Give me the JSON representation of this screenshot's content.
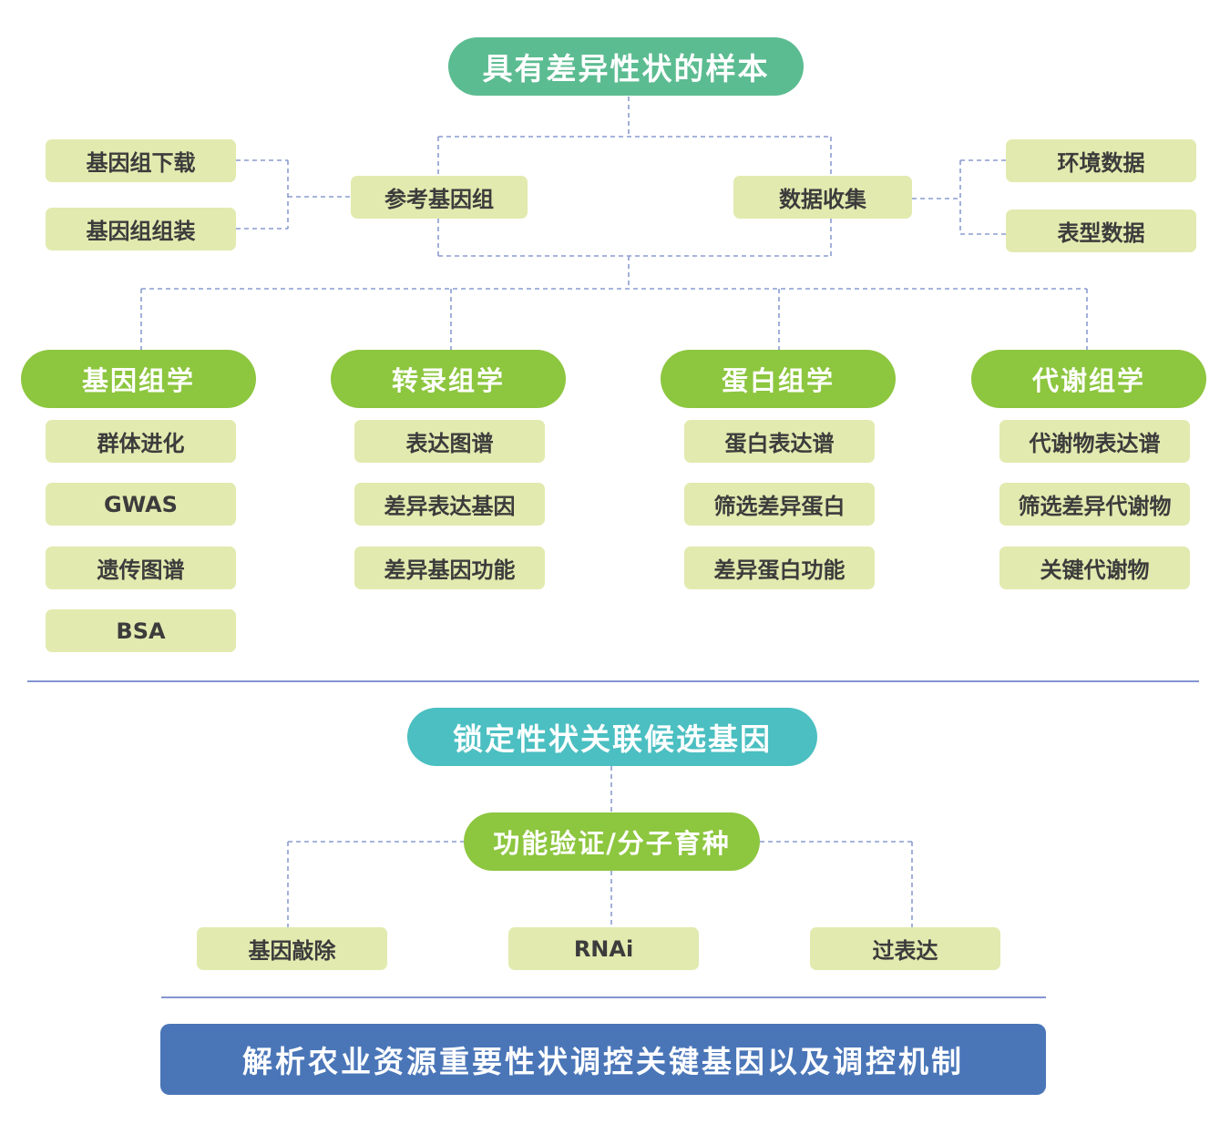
{
  "root": "具有差异性状的样本",
  "reference_genome": {
    "label": "参考基因组",
    "sources": [
      "基因组下载",
      "基因组组装"
    ]
  },
  "data_collection": {
    "label": "数据收集",
    "sources": [
      "环境数据",
      "表型数据"
    ]
  },
  "omics": [
    {
      "title": "基因组学",
      "items": [
        "群体进化",
        "GWAS",
        "遗传图谱",
        "BSA"
      ]
    },
    {
      "title": "转录组学",
      "items": [
        "表达图谱",
        "差异表达基因",
        "差异基因功能"
      ]
    },
    {
      "title": "蛋白组学",
      "items": [
        "蛋白表达谱",
        "筛选差异蛋白",
        "差异蛋白功能"
      ]
    },
    {
      "title": "代谢组学",
      "items": [
        "代谢物表达谱",
        "筛选差异代谢物",
        "关键代谢物"
      ]
    }
  ],
  "candidate": "锁定性状关联候选基因",
  "validation": {
    "label": "功能验证/分子育种",
    "methods": [
      "基因敲除",
      "RNAi",
      "过表达"
    ]
  },
  "conclusion": "解析农业资源重要性状调控关键基因以及调控机制",
  "colors": {
    "root": "#5cbc91",
    "omics_header": "#8dc63f",
    "item_bg": "#e2eaaf",
    "candidate": "#4bbfc1",
    "conclusion": "#4a76b8",
    "connector": "#8a9cd0"
  }
}
